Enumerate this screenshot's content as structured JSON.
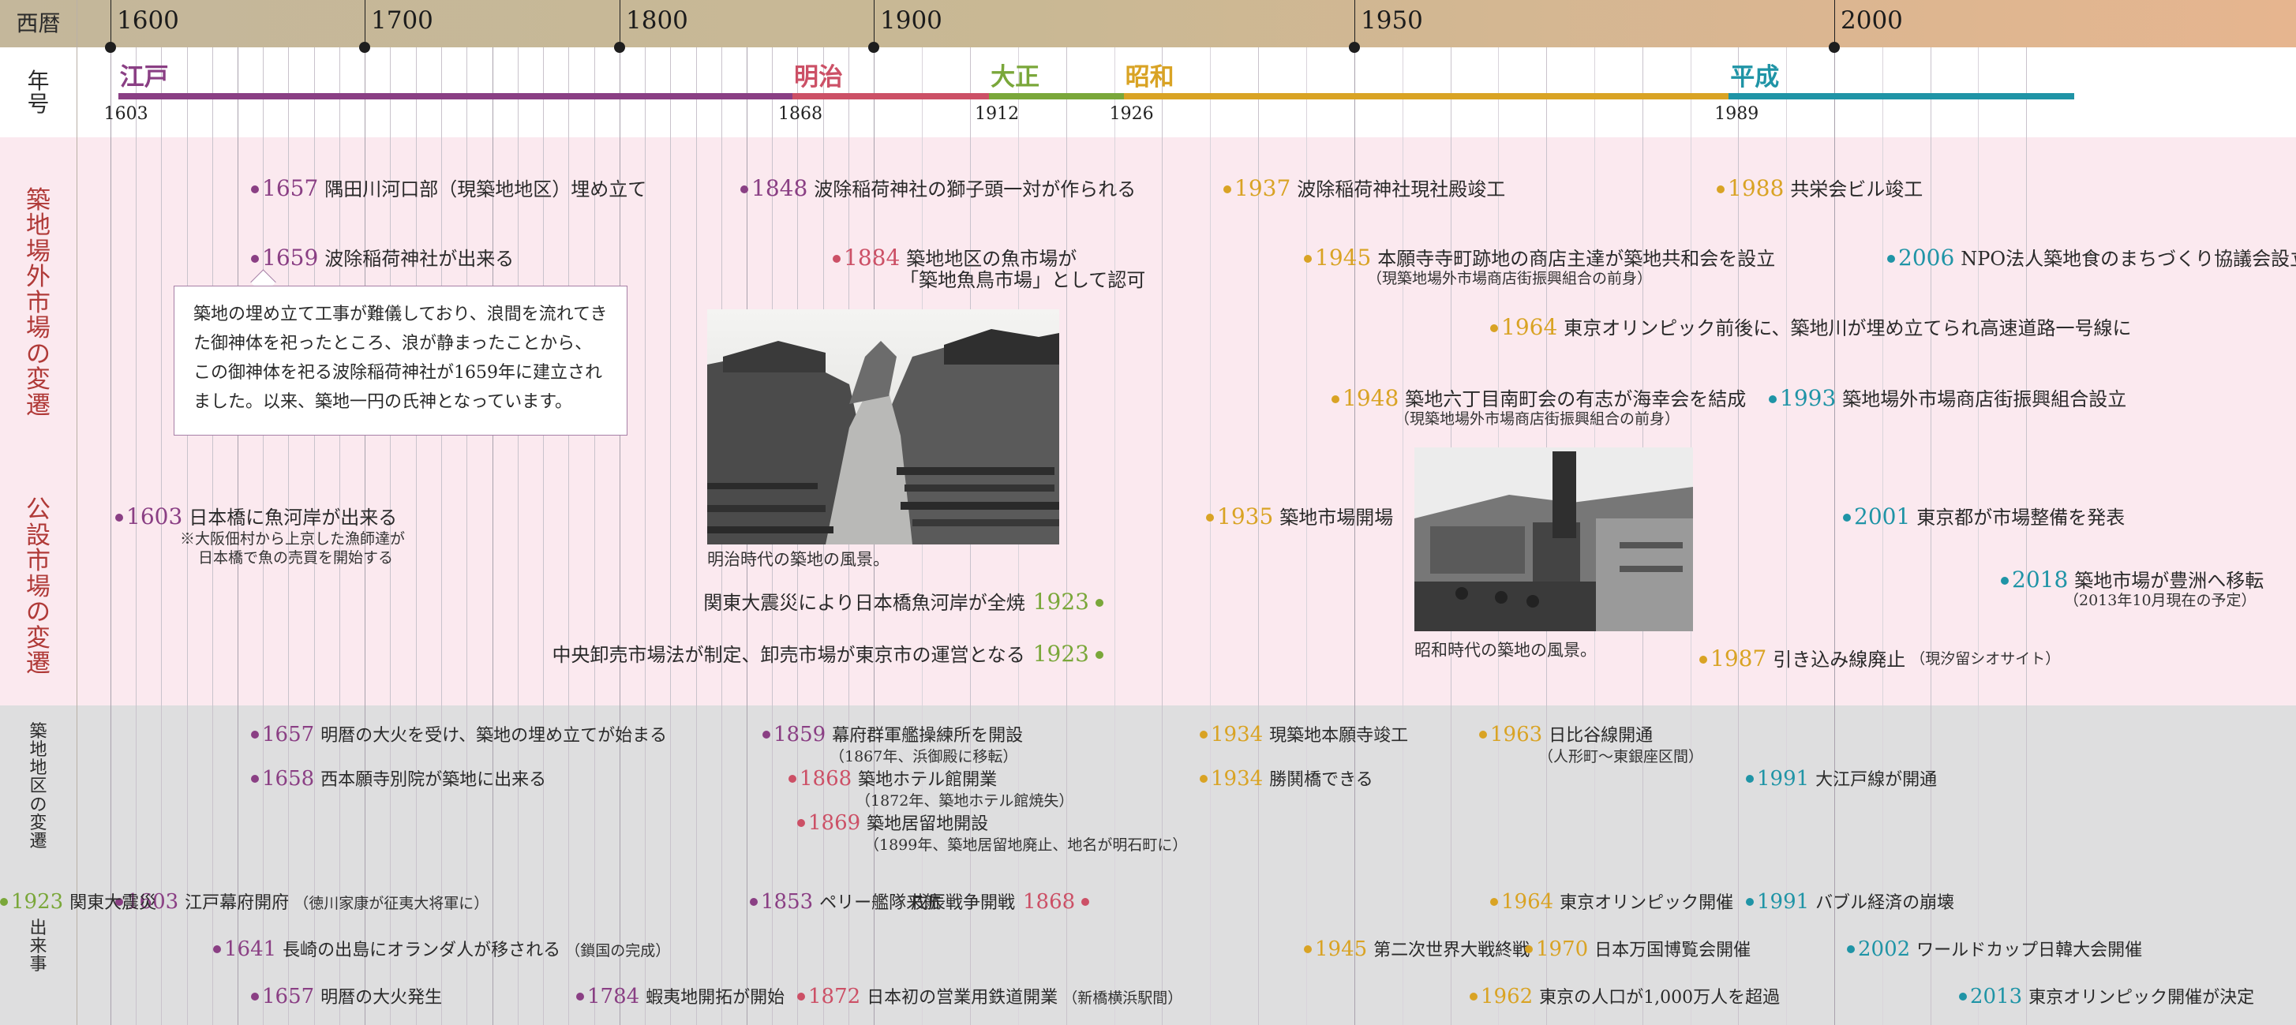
{
  "colors": {
    "edo": "#8a3f84",
    "meiji": "#cc5066",
    "taisho": "#7aa73a",
    "showa": "#d9a324",
    "heisei": "#1f94a6",
    "header_bg_start": "#c4b79b",
    "header_bg_end": "#e6b58f",
    "pink_band": "#fbe9ef",
    "gray_band": "#dededf",
    "sec1_label": "#b03a38",
    "sec2_label": "#b03a38",
    "sec3_label": "#2c2c2c",
    "sec4_label": "#2c2c2c"
  },
  "header": {
    "label": "西暦",
    "years": [
      {
        "label": "1600",
        "year": 1600
      },
      {
        "label": "1700",
        "year": 1700
      },
      {
        "label": "1800",
        "year": 1800
      },
      {
        "label": "1900",
        "year": 1900
      },
      {
        "label": "1950",
        "year": 1950
      },
      {
        "label": "2000",
        "year": 2000
      }
    ]
  },
  "era_row": {
    "label": "年号",
    "eras": [
      {
        "name": "江戸",
        "start": 1603,
        "end": 1868,
        "start_label": "1603",
        "color_key": "edo"
      },
      {
        "name": "明治",
        "start": 1868,
        "end": 1912,
        "start_label": "1868",
        "color_key": "meiji"
      },
      {
        "name": "大正",
        "start": 1912,
        "end": 1926,
        "start_label": "1912",
        "color_key": "taisho"
      },
      {
        "name": "昭和",
        "start": 1926,
        "end": 1989,
        "start_label": "1926",
        "color_key": "showa"
      },
      {
        "name": "平成",
        "start": 1989,
        "end": 2025,
        "start_label": "1989",
        "color_key": "heisei"
      }
    ]
  },
  "sections": [
    {
      "label": "築地場外市場の変遷",
      "bg": "pink_band",
      "label_color": "sec1_label"
    },
    {
      "label": "公設市場の変遷",
      "bg": "pink_band",
      "label_color": "sec2_label"
    },
    {
      "label": "築地地区の変遷",
      "bg": "gray_band",
      "label_color": "sec3_label"
    },
    {
      "label": "出来事",
      "bg": "gray_band",
      "label_color": "sec4_label"
    }
  ],
  "note": {
    "text": "築地の埋め立て工事が難儀しており、浪間を流れてきた御神体を祀ったところ、浪が静まったことから、この御神体を祀る波除稲荷神社が1659年に建立されました。以来、築地一円の氏神となっています。"
  },
  "photos": [
    {
      "caption": "明治時代の築地の風景。"
    },
    {
      "caption": "昭和時代の築地の風景。"
    }
  ],
  "events": [
    {
      "year": "1657",
      "text": "隅田川河口部（現築地地区）埋め立て",
      "era": "edo"
    },
    {
      "year": "1659",
      "text": "波除稲荷神社が出来る",
      "era": "edo"
    },
    {
      "year": "1848",
      "text": "波除稲荷神社の獅子頭一対が作られる",
      "era": "edo"
    },
    {
      "year": "1884",
      "text": "築地地区の魚市場が",
      "sub": "「築地魚鳥市場」として認可",
      "era": "meiji"
    },
    {
      "year": "1937",
      "text": "波除稲荷神社現社殿竣工",
      "era": "showa"
    },
    {
      "year": "1945",
      "text": "本願寺寺町跡地の商店主達が築地共和会を設立",
      "sub": "（現築地場外市場商店街振興組合の前身）",
      "era": "showa"
    },
    {
      "year": "1964",
      "text": "東京オリンピック前後に、築地川が埋め立てられ高速道路一号線に",
      "era": "showa"
    },
    {
      "year": "1948",
      "text": "築地六丁目南町会の有志が海幸会を結成",
      "sub": "（現築地場外市場商店街振興組合の前身）",
      "era": "showa"
    },
    {
      "year": "1988",
      "text": "共栄会ビル竣工",
      "era": "showa"
    },
    {
      "year": "1993",
      "text": "築地場外市場商店街振興組合設立",
      "era": "heisei"
    },
    {
      "year": "2006",
      "text": "NPO法人築地食のまちづくり協議会設立",
      "era": "heisei"
    },
    {
      "year": "1603",
      "text": "日本橋に魚河岸が出来る",
      "sub": "※大阪佃村から上京した漁師達が",
      "sub2": "日本橋で魚の売買を開始する",
      "era": "edo"
    },
    {
      "year": "1923",
      "text": "関東大震災により日本橋魚河岸が全焼",
      "era": "taisho"
    },
    {
      "year": "1923",
      "text": "中央卸売市場法が制定、卸売市場が東京市の運営となる",
      "era": "taisho"
    },
    {
      "year": "1935",
      "text": "築地市場開場",
      "era": "showa"
    },
    {
      "year": "1987",
      "text": "引き込み線廃止",
      "sub": "（現汐留シオサイト）",
      "era": "showa"
    },
    {
      "year": "2001",
      "text": "東京都が市場整備を発表",
      "era": "heisei"
    },
    {
      "year": "2018",
      "text": "築地市場が豊洲へ移転",
      "sub": "（2013年10月現在の予定）",
      "era": "heisei"
    },
    {
      "year": "1657",
      "text": "明暦の大火を受け、築地の埋め立てが始まる",
      "era": "edo"
    },
    {
      "year": "1658",
      "text": "西本願寺別院が築地に出来る",
      "era": "edo"
    },
    {
      "year": "1859",
      "text": "幕府群軍艦操練所を開設",
      "sub": "（1867年、浜御殿に移転）",
      "era": "edo"
    },
    {
      "year": "1868",
      "text": "築地ホテル館開業",
      "sub": "（1872年、築地ホテル館焼失）",
      "era": "meiji"
    },
    {
      "year": "1869",
      "text": "築地居留地開設",
      "sub": "（1899年、築地居留地廃止、地名が明石町に）",
      "era": "meiji"
    },
    {
      "year": "1934",
      "text": "現築地本願寺竣工",
      "era": "showa"
    },
    {
      "year": "1934",
      "text": "勝鬨橋できる",
      "era": "showa"
    },
    {
      "year": "1963",
      "text": "日比谷線開通",
      "sub": "（人形町～東銀座区間）",
      "era": "showa"
    },
    {
      "year": "1991",
      "text": "大江戸線が開通",
      "era": "heisei"
    },
    {
      "year": "1603",
      "text": "江戸幕府開府",
      "sub": "（徳川家康が征夷大将軍に）",
      "era": "edo"
    },
    {
      "year": "1641",
      "text": "長崎の出島にオランダ人が移される",
      "sub": "（鎖国の完成）",
      "era": "edo"
    },
    {
      "year": "1657",
      "text": "明暦の大火発生",
      "era": "edo"
    },
    {
      "year": "1784",
      "text": "蝦夷地開拓が開始",
      "era": "edo"
    },
    {
      "year": "1853",
      "text": "ペリー艦隊来航",
      "era": "edo"
    },
    {
      "year": "1923",
      "text": "関東大震災",
      "era": "taisho"
    },
    {
      "year": "1868",
      "text": "戊辰戦争開戦",
      "era": "meiji"
    },
    {
      "year": "1872",
      "text": "日本初の営業用鉄道開業",
      "sub": "（新橋横浜駅間）",
      "era": "meiji"
    },
    {
      "year": "1964",
      "text": "東京オリンピック開催",
      "era": "showa"
    },
    {
      "year": "1945",
      "text": "第二次世界大戦終戦",
      "era": "showa"
    },
    {
      "year": "1970",
      "text": "日本万国博覧会開催",
      "era": "showa"
    },
    {
      "year": "1962",
      "text": "東京の人口が1,000万人を超過",
      "era": "showa"
    },
    {
      "year": "1991",
      "text": "バブル経済の崩壊",
      "era": "heisei"
    },
    {
      "year": "2002",
      "text": "ワールドカップ日韓大会開催",
      "era": "heisei"
    },
    {
      "year": "2013",
      "text": "東京オリンピック開催が決定",
      "era": "heisei"
    }
  ]
}
